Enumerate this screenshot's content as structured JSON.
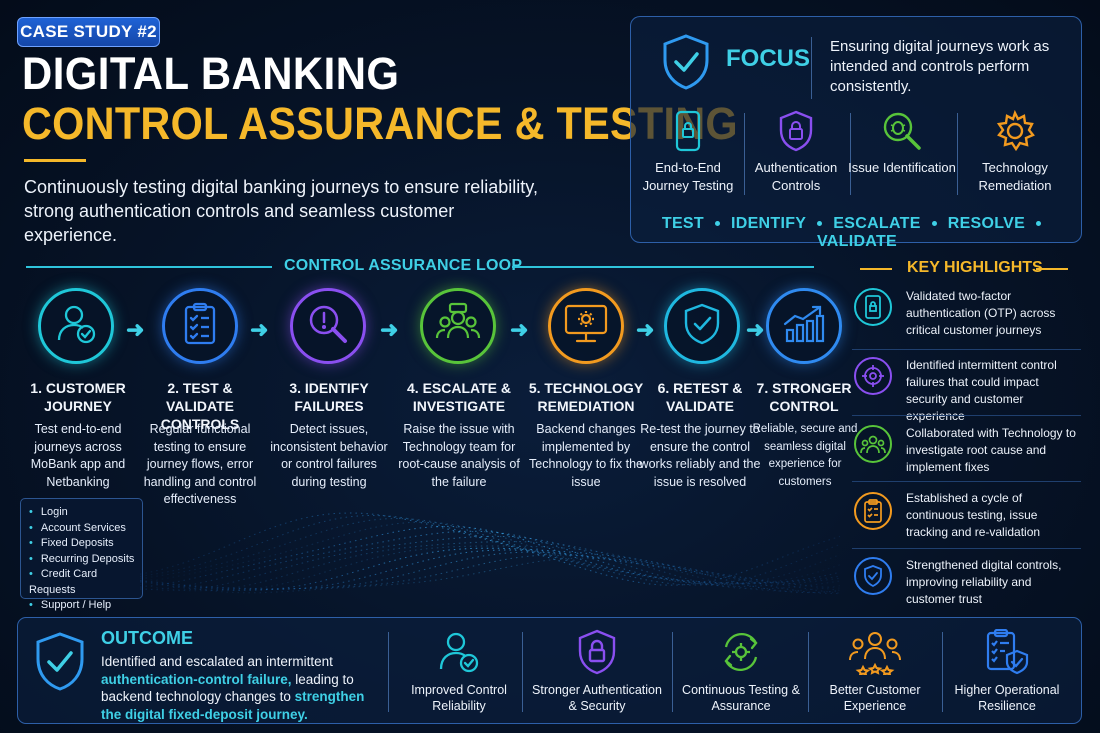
{
  "badge": "CASE STUDY #2",
  "title_line1": "DIGITAL BANKING",
  "title_line2": "CONTROL ASSURANCE & TESTING",
  "subtitle": "Continuously testing digital banking journeys to ensure reliability, strong authentication controls and seamless customer experience.",
  "focus": {
    "label": "FOCUS",
    "text": "Ensuring digital journeys work as intended and controls perform consistently.",
    "items": [
      {
        "label": "End-to-End Journey Testing",
        "icon": "phone-lock-icon"
      },
      {
        "label": "Authentication Controls",
        "icon": "shield-lock-icon"
      },
      {
        "label": "Issue Identification",
        "icon": "bug-search-icon"
      },
      {
        "label": "Technology Remediation",
        "icon": "gear-icon"
      }
    ],
    "steps": [
      "TEST",
      "IDENTIFY",
      "ESCALATE",
      "RESOLVE",
      "VALIDATE"
    ]
  },
  "loop": {
    "title": "CONTROL ASSURANCE LOOP",
    "steps": [
      {
        "title": "1. CUSTOMER JOURNEY",
        "desc": "Test end-to-end journeys across MoBank app and Netbanking",
        "icon": "user-check-icon",
        "color": "#1fc7d8"
      },
      {
        "title": "2. TEST & VALIDATE CONTROLS",
        "desc": "Regular functional testing to ensure journey flows, error handling and control effectiveness",
        "icon": "checklist-icon",
        "color": "#2f7df0"
      },
      {
        "title": "3. IDENTIFY FAILURES",
        "desc": "Detect issues, inconsistent behavior or control failures during testing",
        "icon": "search-alert-icon",
        "color": "#8a4ff0"
      },
      {
        "title": "4. ESCALATE & INVESTIGATE",
        "desc": "Raise the issue with Technology team for root-cause analysis of the failure",
        "icon": "team-icon",
        "color": "#58c43a"
      },
      {
        "title": "5. TECHNOLOGY REMEDIATION",
        "desc": "Backend changes implemented by Technology to fix the issue",
        "icon": "monitor-gear-icon",
        "color": "#f29a1f"
      },
      {
        "title": "6. RETEST & VALIDATE",
        "desc": "Re-test the journey to ensure the control works reliably and the issue is resolved",
        "icon": "shield-check-icon",
        "color": "#1fb8e0"
      },
      {
        "title": "7. STRONGER CONTROL",
        "desc": "Reliable, secure and seamless digital experience for customers",
        "icon": "growth-chart-icon",
        "color": "#2f8af0"
      }
    ]
  },
  "journeys": [
    "Login",
    "Account Services",
    "Fixed Deposits",
    "Recurring Deposits",
    "Credit Card Requests",
    "Support / Help"
  ],
  "key_highlights": {
    "title": "KEY HIGHLIGHTS",
    "items": [
      {
        "text": "Validated two-factor authentication (OTP) across critical customer journeys",
        "icon": "phone-lock-icon",
        "color": "#1fc7d8"
      },
      {
        "text": "Identified intermittent control failures that could impact security and customer experience",
        "icon": "target-icon",
        "color": "#8a4ff0"
      },
      {
        "text": "Collaborated with Technology to investigate root cause and implement fixes",
        "icon": "team-icon",
        "color": "#58c43a"
      },
      {
        "text": "Established a cycle of continuous testing, issue tracking and re-validation",
        "icon": "clipboard-icon",
        "color": "#f29a1f"
      },
      {
        "text": "Strengthened digital controls, improving reliability and customer trust",
        "icon": "shield-check-icon",
        "color": "#2f7df0"
      }
    ]
  },
  "outcome": {
    "title": "OUTCOME",
    "text_before": "Identified and escalated an intermittent ",
    "text_highlight1": "authentication-control failure,",
    "text_middle": " leading to backend technology changes to ",
    "text_highlight2": "strengthen the digital fixed-deposit journey.",
    "items": [
      {
        "label": "Improved Control Reliability",
        "icon": "user-check-icon",
        "color": "#1fc7d8"
      },
      {
        "label": "Stronger Authentication & Security",
        "icon": "shield-lock-icon",
        "color": "#8a4ff0"
      },
      {
        "label": "Continuous Testing & Assurance",
        "icon": "cycle-gear-icon",
        "color": "#58c43a"
      },
      {
        "label": "Better Customer Experience",
        "icon": "customers-stars-icon",
        "color": "#f29a1f"
      },
      {
        "label": "Higher Operational Resilience",
        "icon": "clipboard-shield-icon",
        "color": "#2f7df0"
      }
    ]
  }
}
